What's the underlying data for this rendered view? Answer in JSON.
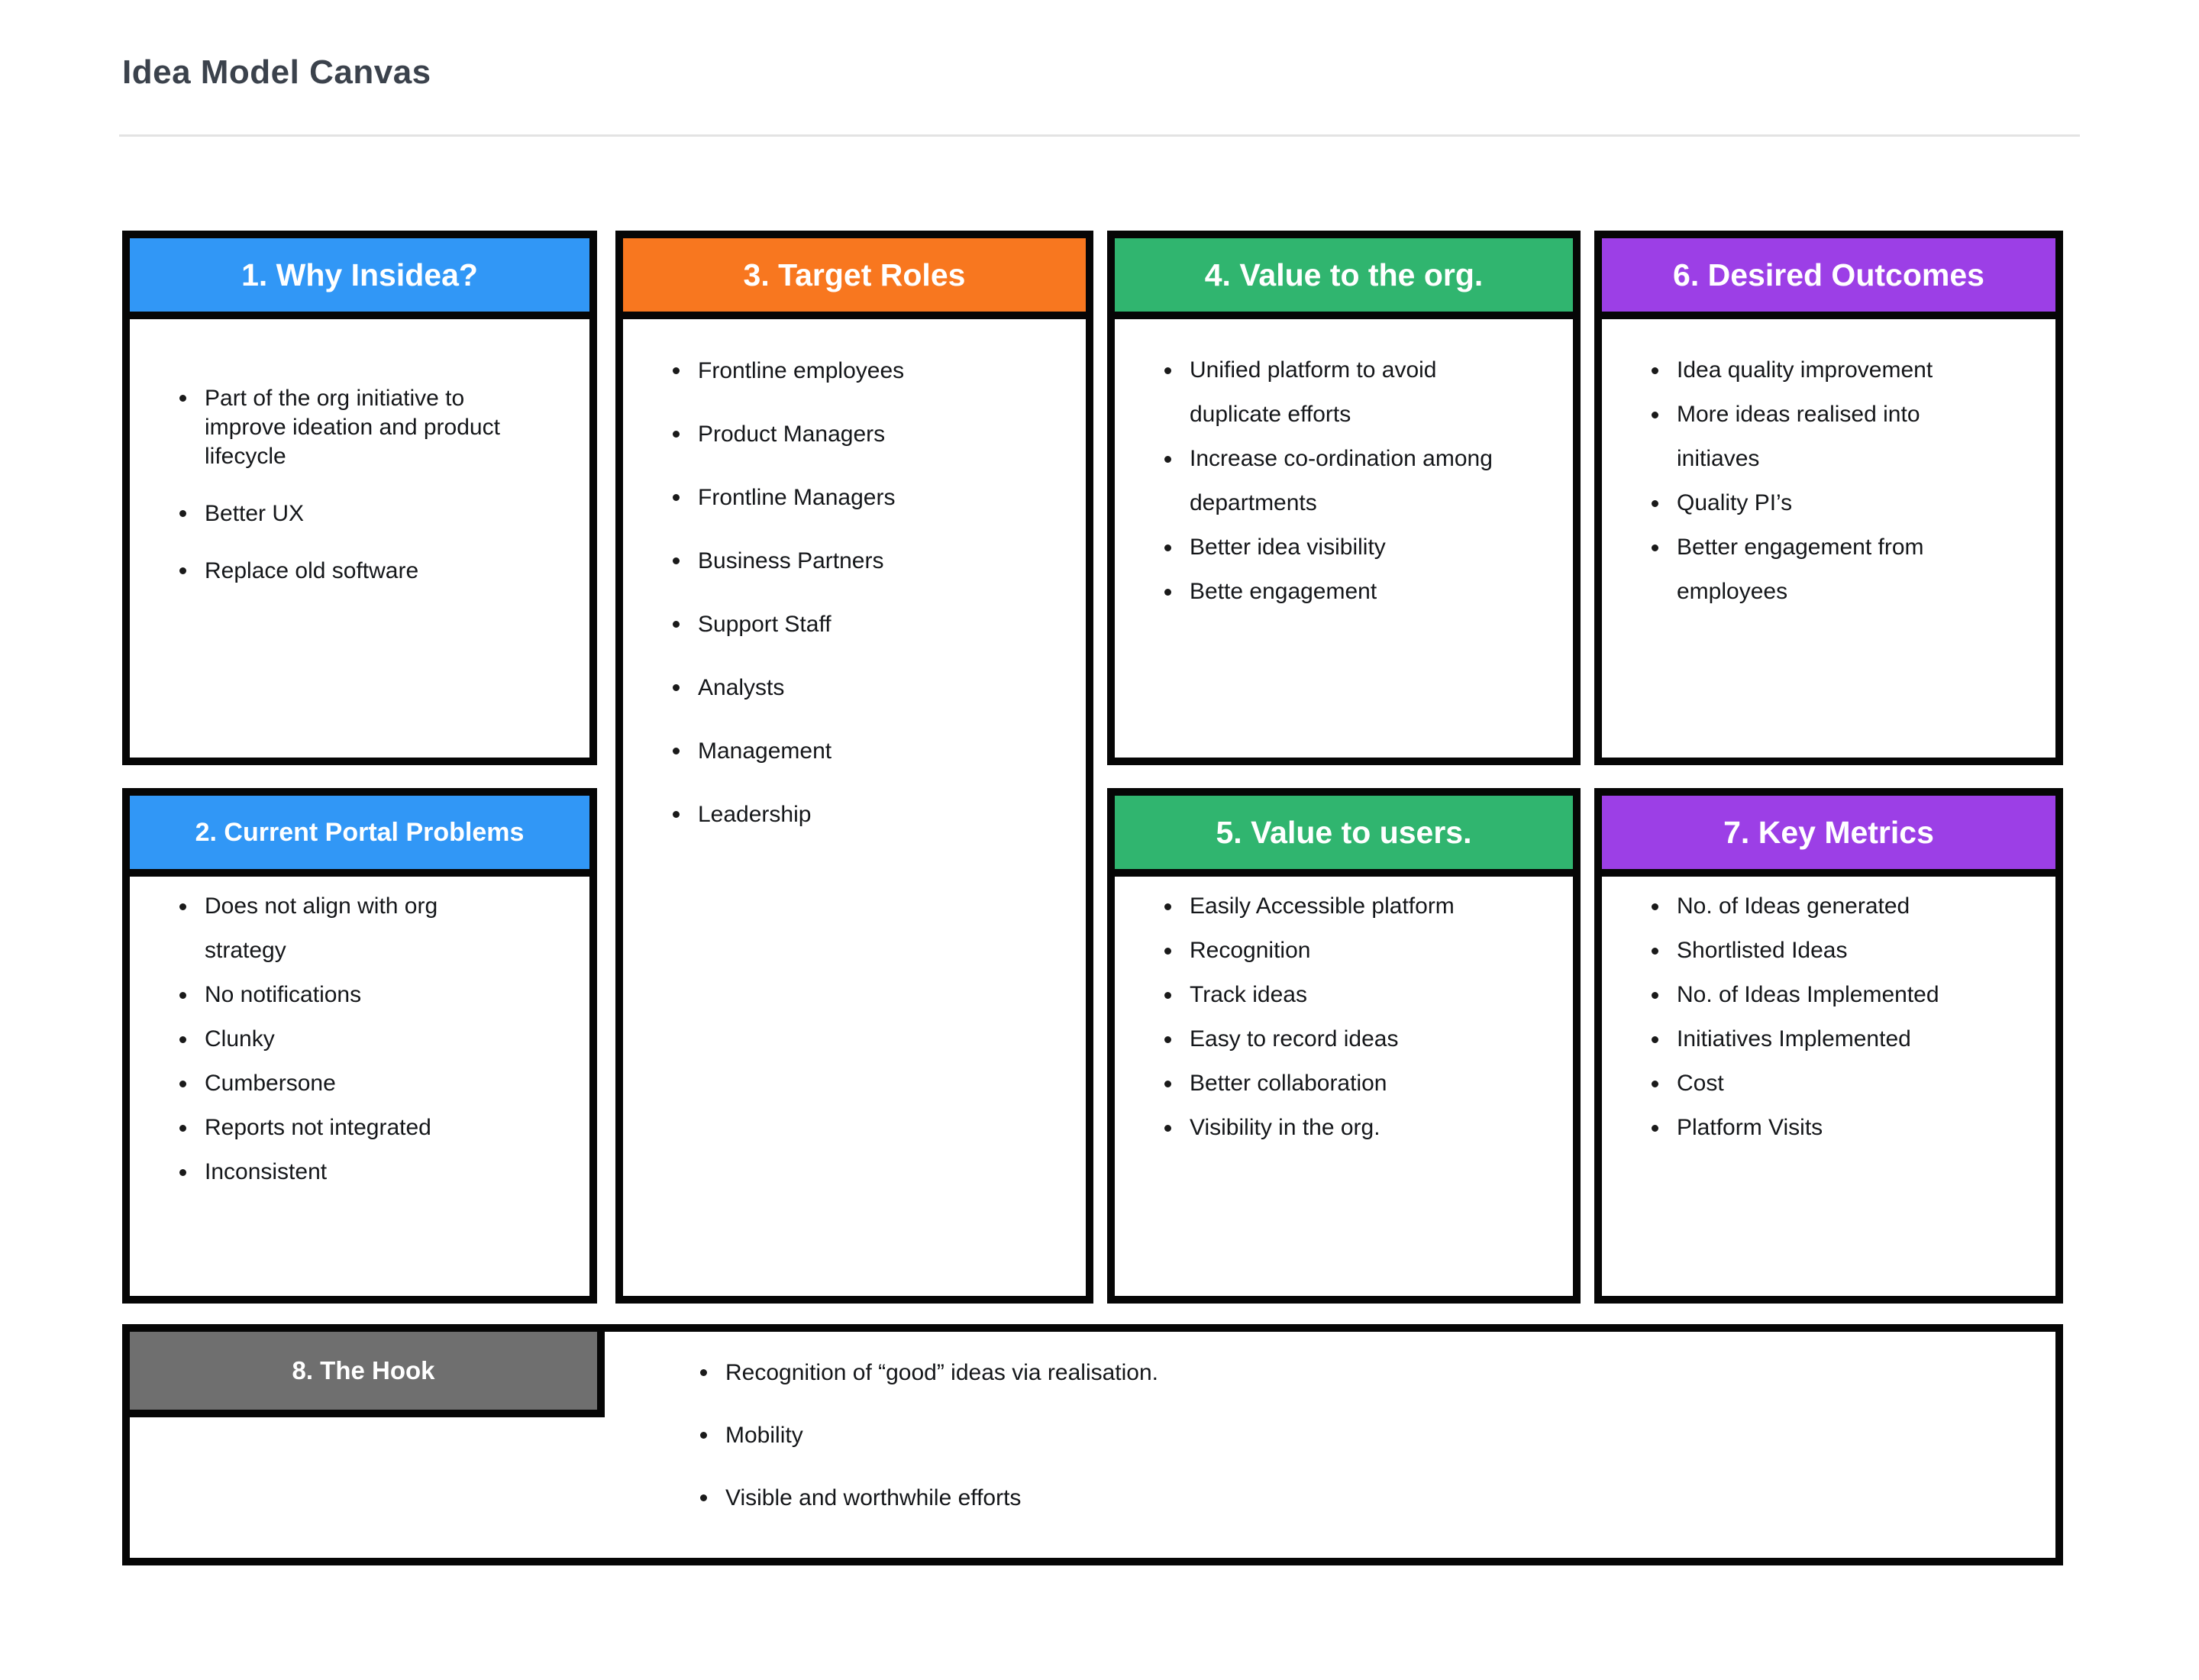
{
  "title": "Idea Model Canvas",
  "colors": {
    "blue": "#3197f6",
    "orange": "#f8771f",
    "green": "#30b56f",
    "purple": "#9c3fe6",
    "gray": "#6f6f6f",
    "border": "#060606"
  },
  "boxes": {
    "why": {
      "header": "1. Why Insidea?",
      "items": [
        "Part of the org initiative to improve ideation and product lifecycle",
        "Better UX",
        "Replace old software"
      ]
    },
    "problems": {
      "header": "2. Current Portal Problems",
      "items": [
        "Does not align with org strategy",
        "No notifications",
        "Clunky",
        "Cumbersone",
        "Reports not integrated",
        "Inconsistent"
      ]
    },
    "roles": {
      "header": "3. Target Roles",
      "items": [
        "Frontline employees",
        "Product Managers",
        "Frontline Managers",
        "Business Partners",
        "Support Staff",
        "Analysts",
        "Management",
        "Leadership"
      ]
    },
    "org_value": {
      "header": "4. Value to the org.",
      "items": [
        "Unified platform to avoid duplicate efforts",
        "Increase co-ordination among departments",
        "Better idea visibility",
        "Bette engagement"
      ]
    },
    "user_value": {
      "header": "5. Value to users.",
      "items": [
        "Easily Accessible platform",
        "Recognition",
        "Track ideas",
        "Easy to record ideas",
        "Better collaboration",
        "Visibility in the org."
      ]
    },
    "outcomes": {
      "header": "6. Desired Outcomes",
      "items": [
        "Idea quality improvement",
        "More ideas realised into initiaves",
        "Quality PI’s",
        "Better engagement from employees"
      ]
    },
    "metrics": {
      "header": "7. Key Metrics",
      "items": [
        "No. of Ideas generated",
        "Shortlisted Ideas",
        "No. of Ideas Implemented",
        "Initiatives Implemented",
        "Cost",
        "Platform Visits"
      ]
    },
    "hook": {
      "header": "8. The Hook",
      "items": [
        "Recognition of “good” ideas via realisation.",
        "Mobility",
        "Visible and worthwhile efforts"
      ]
    }
  }
}
